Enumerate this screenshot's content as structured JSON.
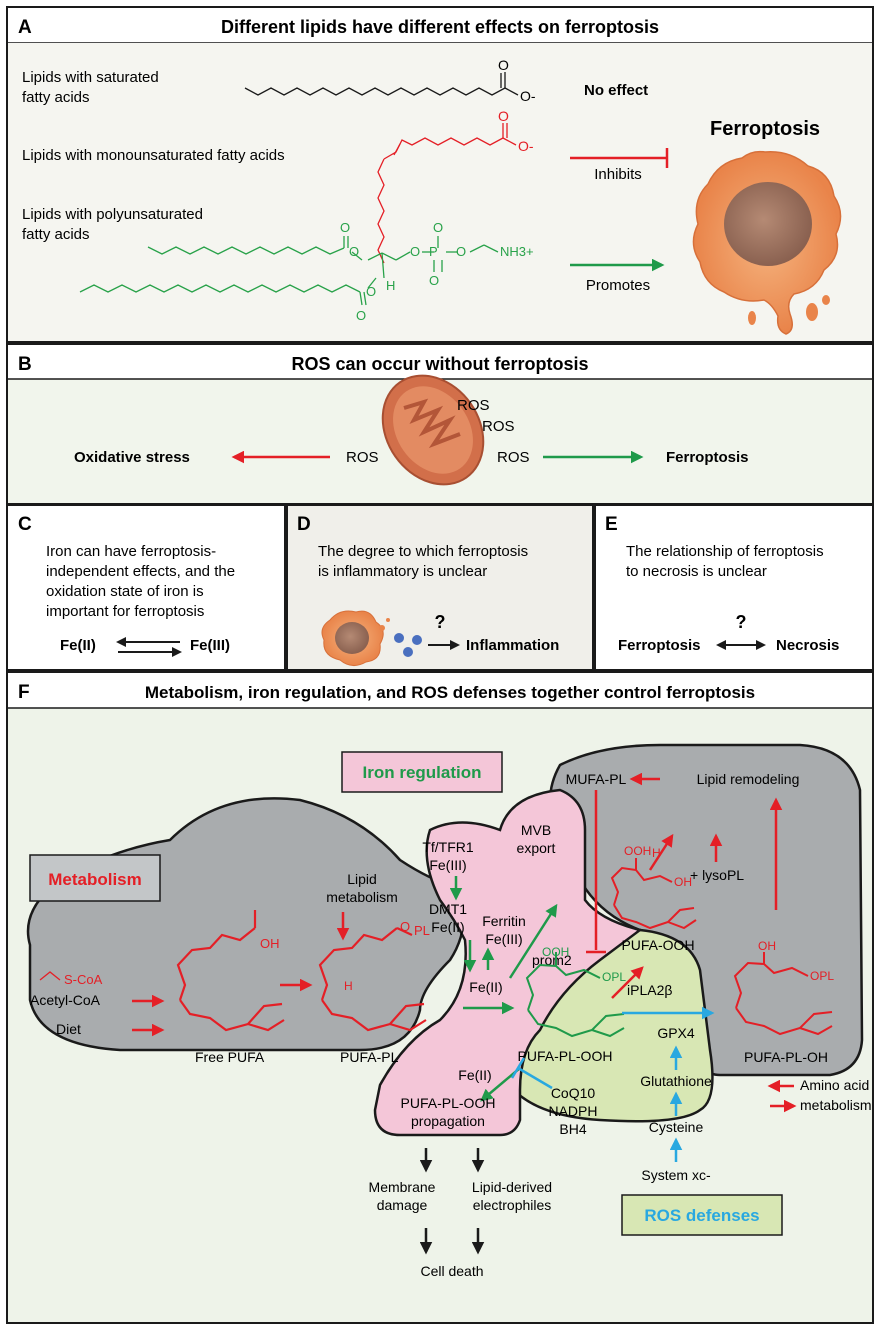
{
  "colors": {
    "panel_bg": "#f5f5f0",
    "f_bg": "#eef3e9",
    "red": "#e41f26",
    "green": "#1f9a4a",
    "blue": "#29a8e0",
    "gray_region": "#a9acae",
    "pink_region": "#f4c6d8",
    "lightgreen_region": "#d8e7b4",
    "cell_orange": "#ee8f4f",
    "mito": "#d7714d"
  },
  "panelA": {
    "letter": "A",
    "title": "Different lipids have different effects on ferroptosis",
    "saturated": [
      "Lipids with saturated",
      "fatty acids"
    ],
    "mono": "Lipids with monounsaturated fatty acids",
    "poly": [
      "Lipids with polyunsaturated",
      "fatty acids"
    ],
    "no_effect": "No effect",
    "inhibits": "Inhibits",
    "promotes": "Promotes",
    "ferroptosis": "Ferroptosis",
    "chem": {
      "O": "O",
      "Ominus": "O-",
      "H": "H",
      "P": "P",
      "NH3": "NH3+"
    }
  },
  "panelB": {
    "letter": "B",
    "title": "ROS can occur without ferroptosis",
    "oxidative": "Oxidative stress",
    "ros": "ROS",
    "ferroptosis": "Ferroptosis"
  },
  "panelC": {
    "letter": "C",
    "text": [
      "Iron can have ferroptosis-",
      "independent effects, and the",
      "oxidation state of iron is",
      "important for ferroptosis"
    ],
    "fe2": "Fe(II)",
    "fe3": "Fe(III)"
  },
  "panelD": {
    "letter": "D",
    "text": [
      "The degree to which ferroptosis",
      "is inflammatory is unclear"
    ],
    "question": "?",
    "inflammation": "Inflammation"
  },
  "panelE": {
    "letter": "E",
    "text": [
      "The relationship of ferroptosis",
      "to necrosis is unclear"
    ],
    "question": "?",
    "ferroptosis": "Ferroptosis",
    "necrosis": "Necrosis"
  },
  "panelF": {
    "letter": "F",
    "title": "Metabolism, iron regulation, and ROS defenses together control ferroptosis",
    "metabolism": "Metabolism",
    "iron_regulation": "Iron regulation",
    "ros_defenses": "ROS defenses",
    "lipid_metabolism": [
      "Lipid",
      "metabolism"
    ],
    "scoa": "S-CoA",
    "acetyl_coa": "Acetyl-CoA",
    "diet": "Diet",
    "free_pufa": "Free PUFA",
    "pufa_pl": "PUFA-PL",
    "oh": "OH",
    "pl": "PL",
    "opl": "OPL",
    "ooh": "OOH",
    "tf": [
      "Tf/TFR1",
      "Fe(III)"
    ],
    "dmt1": [
      "DMT1",
      "Fe(II)"
    ],
    "ferritin": [
      "Ferritin",
      "Fe(III)"
    ],
    "fe2": "Fe(II)",
    "mvb": [
      "MVB",
      "export"
    ],
    "prom2": "prom2",
    "mufa_pl": "MUFA-PL",
    "lipid_remodeling": "Lipid remodeling",
    "lysopl": "+ lysoPL",
    "pufa_ooh": "PUFA-OOH",
    "ipla2b": "iPLA2β",
    "pufa_pl_ooh": "PUFA-PL-OOH",
    "gpx4": "GPX4",
    "glutathione": "Glutathione",
    "cysteine": "Cysteine",
    "system_xc": "System xc-",
    "coq10": "CoQ10",
    "nadph": "NADPH",
    "bh4": "BH4",
    "pufa_pl_oh": "PUFA-PL-OH",
    "amino_acid": [
      "Amino acid",
      "metabolism"
    ],
    "propagation": [
      "PUFA-PL-OOH",
      "propagation"
    ],
    "membrane_damage": [
      "Membrane",
      "damage"
    ],
    "electrophiles": [
      "Lipid-derived",
      "electrophiles"
    ],
    "cell_death": "Cell death"
  }
}
